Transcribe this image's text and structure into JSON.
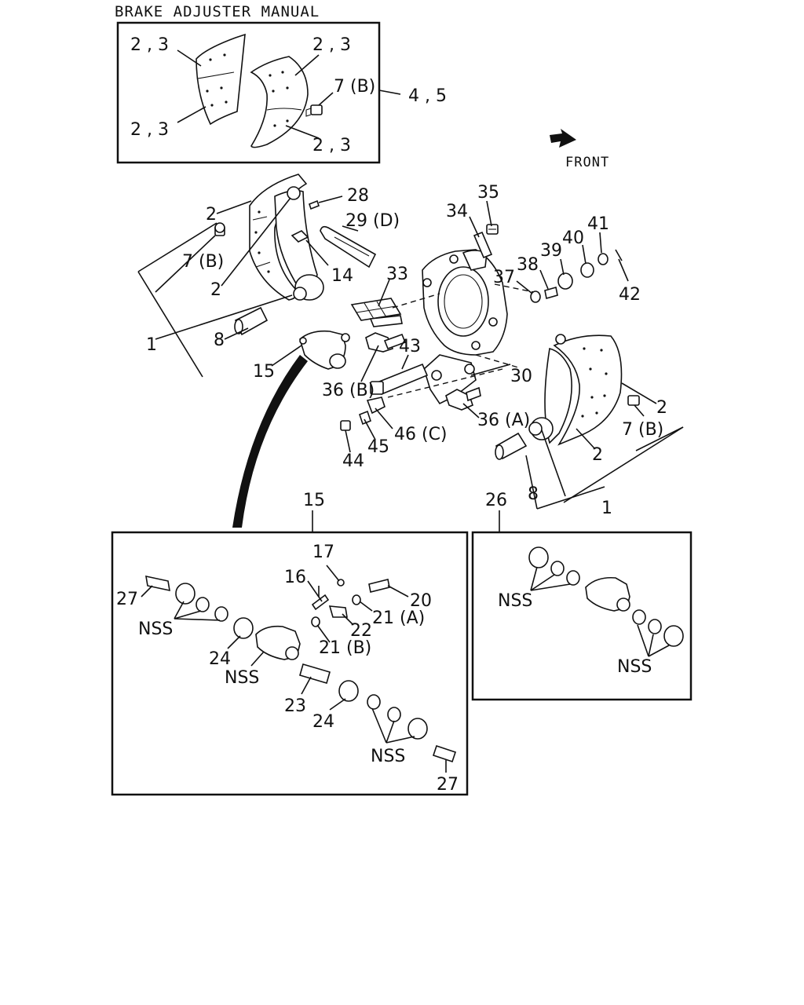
{
  "title": "BRAKE ADJUSTER MANUAL",
  "direction": {
    "label": "FRONT",
    "icon": "front-arrow-icon"
  },
  "inset_top": {
    "labels": [
      "2 , 3",
      "2 , 3",
      "2 , 3",
      "2 , 3",
      "7 (B)"
    ],
    "assembly": "4 , 5"
  },
  "main_labels": {
    "l2a": "2",
    "l7b_left": "7 (B)",
    "l2b": "2",
    "l1_left": "1",
    "l8_left": "8",
    "l15": "15",
    "l28": "28",
    "l29": "29 (D)",
    "l14": "14",
    "l33": "33",
    "l34": "34",
    "l35": "35",
    "l37": "37",
    "l38": "38",
    "l39": "39",
    "l40": "40",
    "l41": "41",
    "l42": "42",
    "l43": "43",
    "l30": "30",
    "l36b": "36 (B)",
    "l36a": "36 (A)",
    "l44": "44",
    "l45": "45",
    "l46c": "46 (C)",
    "l2_right": "2",
    "l7b_right": "7 (B)",
    "l2_right_low": "2",
    "l8_right": "8",
    "l1_right": "1"
  },
  "box15": {
    "ref": "15",
    "labels": {
      "l17": "17",
      "l16": "16",
      "l20": "20",
      "l27a": "27",
      "l21a": "21 (A)",
      "nss1": "NSS",
      "l22": "22",
      "l21b": "21 (B)",
      "l24a": "24",
      "nss2": "NSS",
      "l23": "23",
      "l24b": "24",
      "nss3": "NSS",
      "l27b": "27"
    }
  },
  "box26": {
    "ref": "26",
    "labels": {
      "nss1": "NSS",
      "nss2": "NSS"
    }
  }
}
